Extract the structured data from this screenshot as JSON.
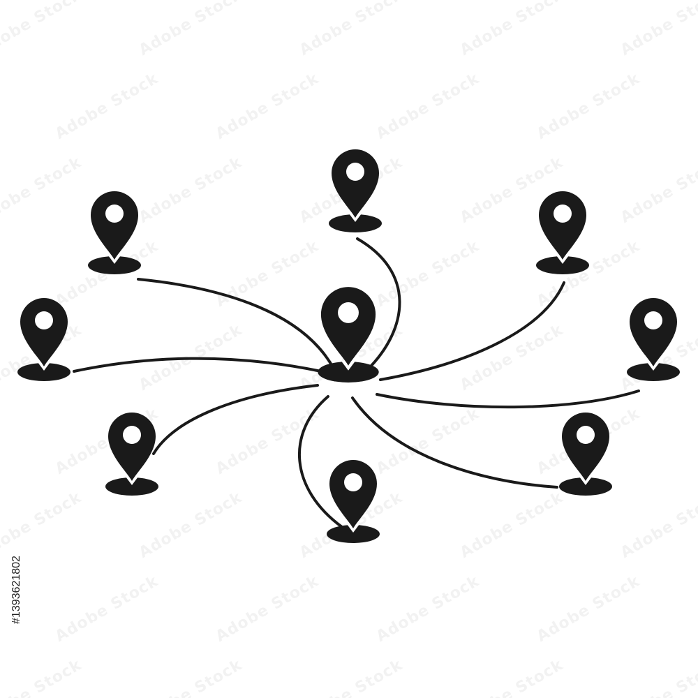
{
  "watermark": {
    "text": "Adobe Stock"
  },
  "stock_id": {
    "text": "#1393621802"
  },
  "colors": {
    "background": "#ffffff",
    "ink": "#1a1a1a"
  },
  "network": {
    "hub": {
      "name": "central-pin"
    },
    "pins": [
      {
        "name": "pin-top"
      },
      {
        "name": "pin-upper-left"
      },
      {
        "name": "pin-upper-right"
      },
      {
        "name": "pin-left"
      },
      {
        "name": "pin-right"
      },
      {
        "name": "pin-lower-left"
      },
      {
        "name": "pin-lower-right"
      },
      {
        "name": "pin-bottom"
      }
    ]
  }
}
